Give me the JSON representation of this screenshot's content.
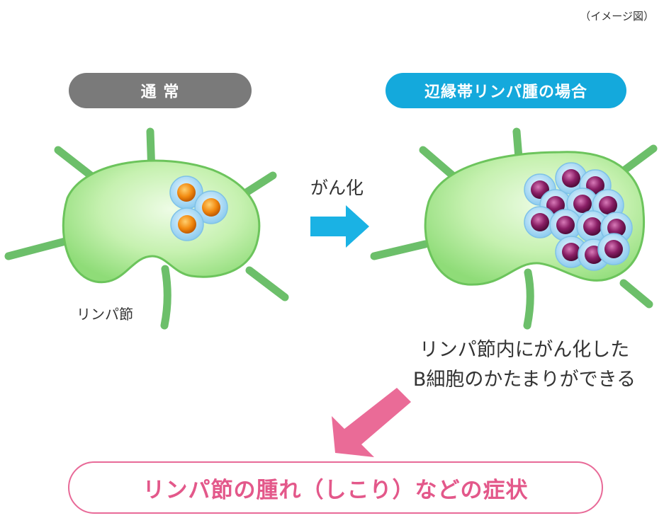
{
  "caption": "（イメージ図）",
  "normal": {
    "title": "通 常",
    "node_label": "リンパ節"
  },
  "lymphoma": {
    "title": "辺縁帯リンパ腫の場合"
  },
  "transition_label": "がん化",
  "description_lines": [
    "リンパ節内にがん化した",
    "B細胞のかたまりができる"
  ],
  "result": "リンパ節の腫れ（しこり）などの症状",
  "colors": {
    "normal_pill": "#7a7a7a",
    "lymphoma_pill": "#14a9dc",
    "node_fill": "#bff0a8",
    "node_edge": "#6cc45c",
    "vessel": "#6cbf6a",
    "arrow_blue": "#1ab2e4",
    "arrow_pink": "#ea6b97",
    "normal_cell": "#f08a12",
    "lymphoma_cell": "#7a1a5a",
    "cell_membrane": "#a9dcf4"
  }
}
